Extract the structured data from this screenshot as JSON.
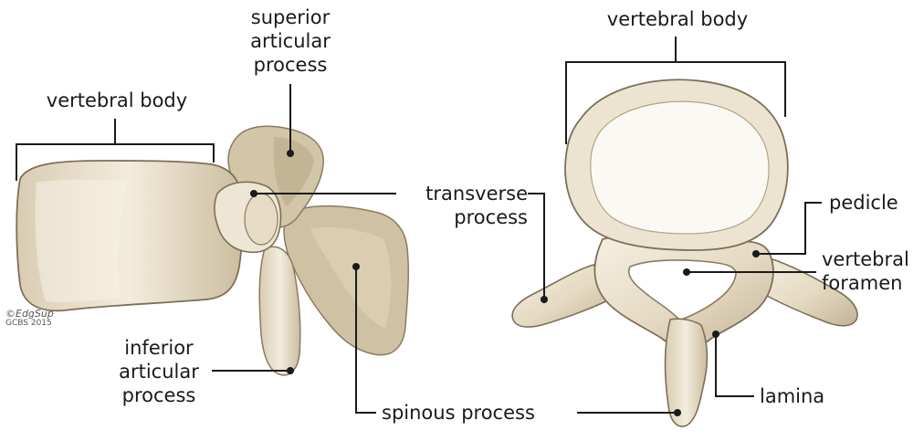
{
  "labels": {
    "left_vertebral_body": "vertebral body",
    "superior_1": "superior",
    "superior_2": "articular",
    "superior_3": "process",
    "transverse_1": "transverse",
    "transverse_2": "process",
    "inferior_1": "inferior",
    "inferior_2": "articular",
    "inferior_3": "process",
    "spinous": "spinous process",
    "right_vertebral_body": "vertebral body",
    "pedicle": "pedicle",
    "foramen_1": "vertebral",
    "foramen_2": "foramen",
    "lamina": "lamina"
  },
  "credit": {
    "signature": "©EdgSup",
    "line2": "GCBS 2015"
  },
  "colors": {
    "bone": "#e6dcc6",
    "bone_light": "#f4eee0",
    "bone_shadow": "#b8a98c",
    "outline": "#7d6f58",
    "line": "#1a1a1a"
  }
}
